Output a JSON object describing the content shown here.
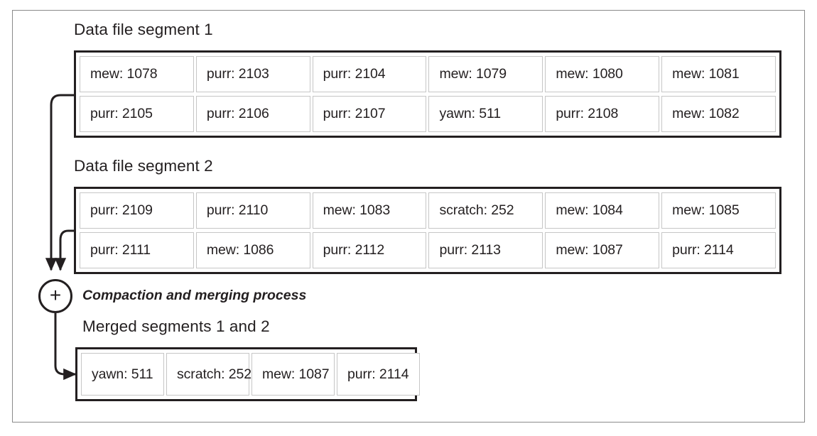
{
  "figure": {
    "title_segment1": "Data file segment 1",
    "title_segment2": "Data file segment 2",
    "title_merged": "Merged segments 1 and 2",
    "process_caption": "Compaction and merging process",
    "plus_symbol": "+",
    "colors": {
      "ink": "#231f20",
      "frame": "#8a8a8a",
      "cell_border": "#c6c6c6",
      "background": "#ffffff"
    }
  },
  "segment1": {
    "rows": [
      [
        "mew: 1078",
        "purr: 2103",
        "purr: 2104",
        "mew: 1079",
        "mew: 1080",
        "mew: 1081"
      ],
      [
        "purr: 2105",
        "purr: 2106",
        "purr: 2107",
        "yawn: 511",
        "purr: 2108",
        "mew: 1082"
      ]
    ]
  },
  "segment2": {
    "rows": [
      [
        "purr: 2109",
        "purr: 2110",
        "mew: 1083",
        "scratch: 252",
        "mew: 1084",
        "mew: 1085"
      ],
      [
        "purr: 2111",
        "mew: 1086",
        "purr: 2112",
        "purr: 2113",
        "mew: 1087",
        "purr: 2114"
      ]
    ]
  },
  "merged": {
    "rows": [
      [
        "yawn: 511",
        "scratch: 252",
        "mew: 1087",
        "purr: 2114"
      ]
    ]
  }
}
